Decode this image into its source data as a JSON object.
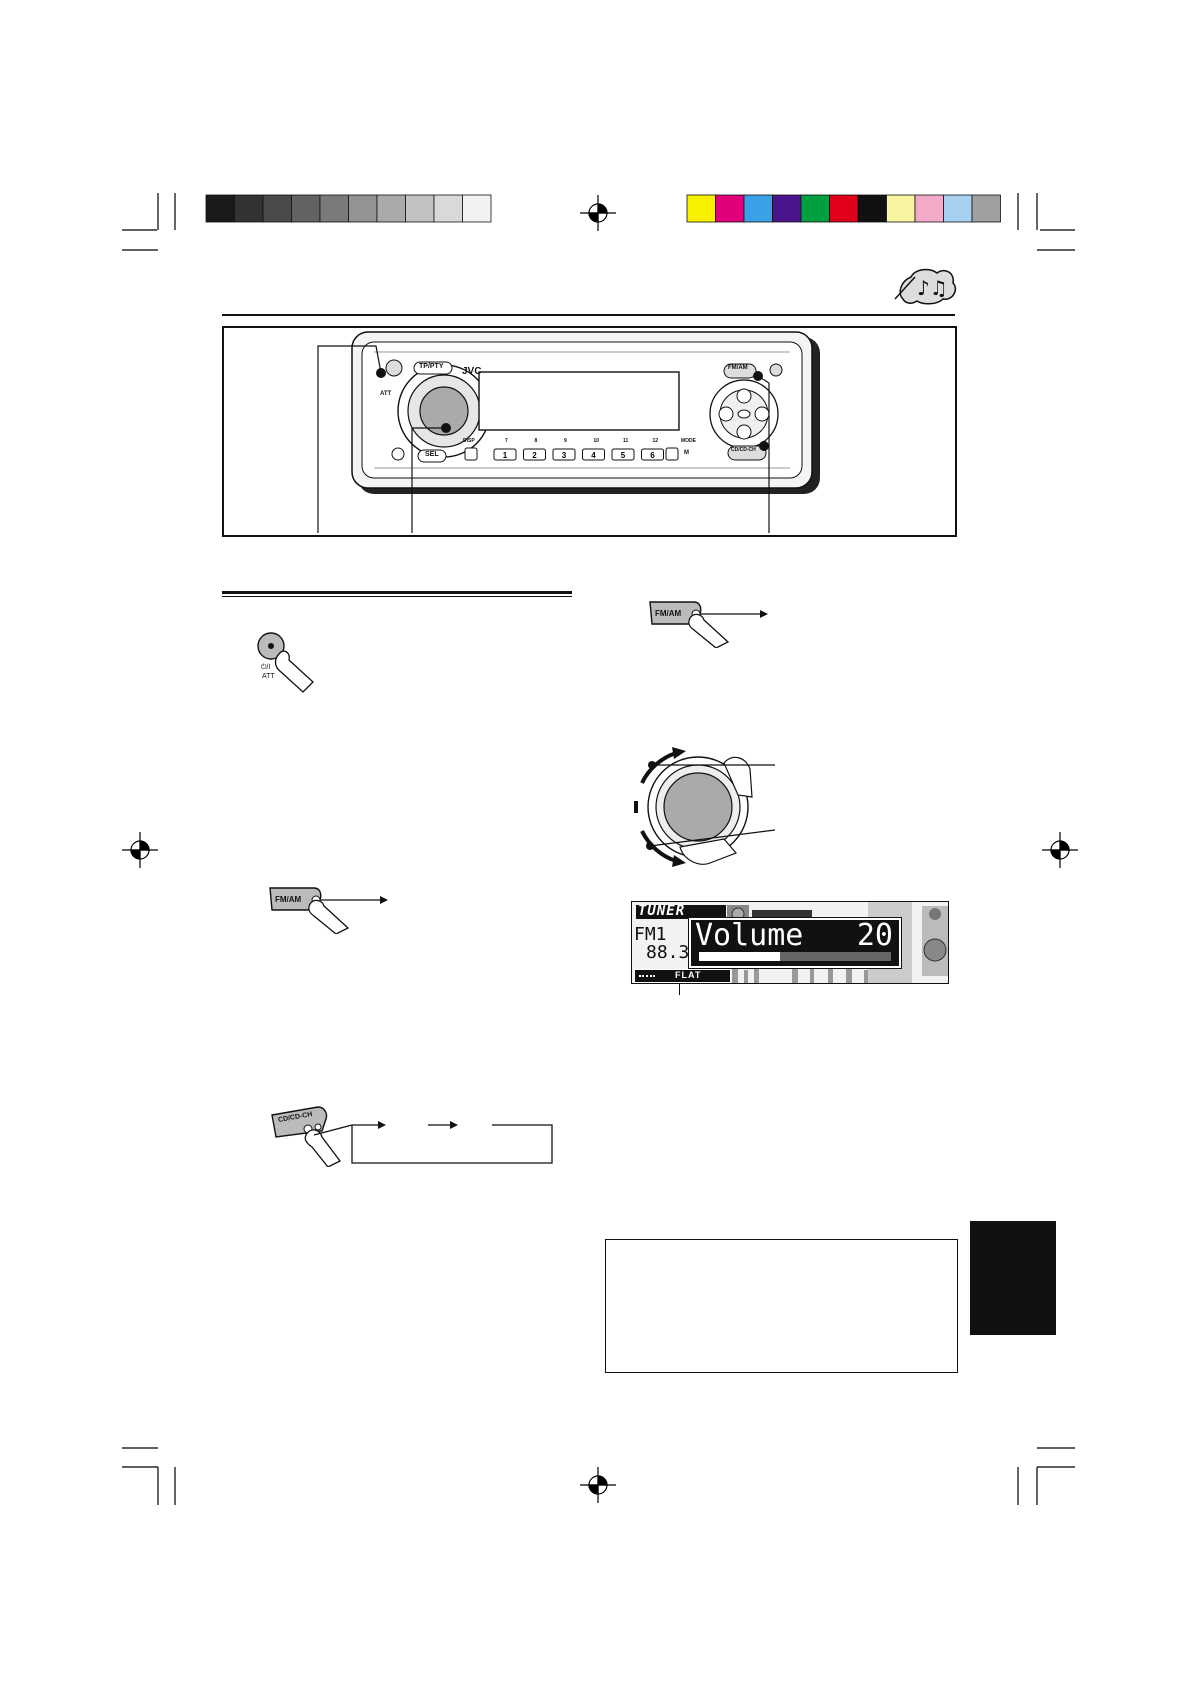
{
  "print_marks": {
    "grayscale_bar": [
      "#1a1a1a",
      "#333333",
      "#4a4a4a",
      "#626262",
      "#7a7a7a",
      "#939393",
      "#aaaaaa",
      "#c2c2c2",
      "#d9d9d9",
      "#f2f2f2"
    ],
    "color_bar": [
      "#f7f000",
      "#e0007a",
      "#3aa0e8",
      "#4a148c",
      "#00a040",
      "#e0001a",
      "#111111",
      "#f7f5a0",
      "#f2aac8",
      "#a8d0f0",
      "#a0a0a0"
    ]
  },
  "panel": {
    "brand": "JVC",
    "tp_pty": "TP/PTY",
    "fm_am": "FM/AM",
    "sel": "SEL",
    "cd_ch": "CD/CD-CH",
    "disp": "DISP",
    "mode": "MODE",
    "mode_key": "M",
    "power_att": "ATT",
    "upper_numbers": [
      "7",
      "8",
      "9",
      "10",
      "11",
      "12"
    ],
    "preset_keys": [
      "1",
      "2",
      "3",
      "4",
      "5",
      "6"
    ]
  },
  "hand_buttons": {
    "att_label": "ATT",
    "power_symbol": "⏻/I",
    "fm_am": "FM/AM",
    "cd_ch": "CD/CD-CH"
  },
  "display": {
    "tuner": "TUNER",
    "band": "FM1",
    "freq": "88.3",
    "volume_label": "Volume",
    "volume_value": "20",
    "volume_level": 0.42,
    "eq_mode": "FLAT"
  }
}
